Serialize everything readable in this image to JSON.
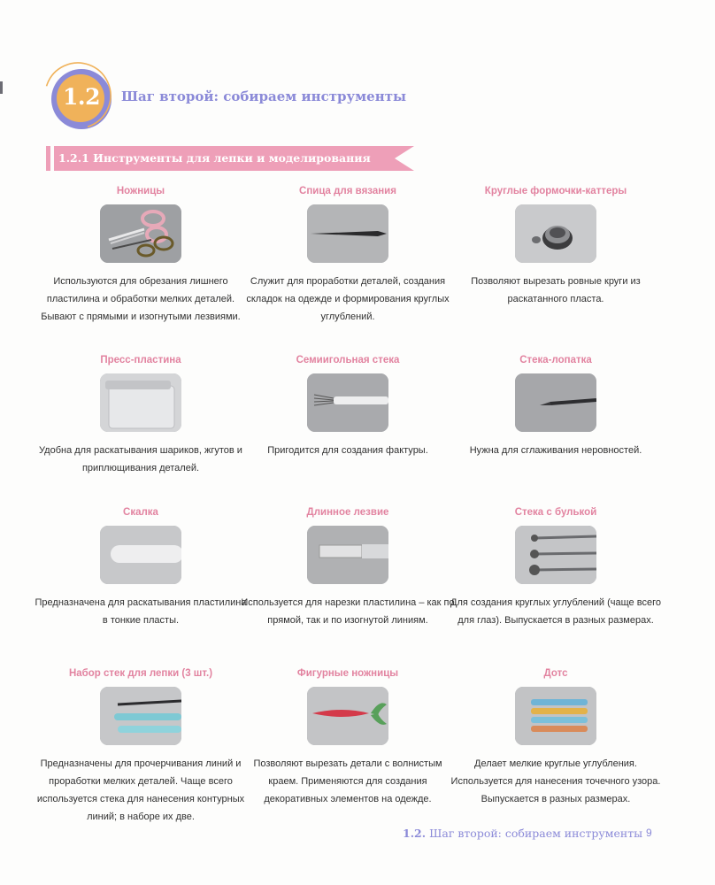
{
  "section": {
    "number": "1.2",
    "title": "Шаг второй: собираем инструменты"
  },
  "subsection": {
    "title": "1.2.1 Инструменты для лепки и моделирования"
  },
  "tools": [
    {
      "title": "Ножницы",
      "desc": "Используются для обрезания лишнего пластилина и обработки мелких деталей. Бывают с прямыми и изогнутыми лезвиями."
    },
    {
      "title": "Спица для вязания",
      "desc": "Служит для проработки деталей, создания складок на одежде и формирования круглых углублений."
    },
    {
      "title": "Круглые формочки-каттеры",
      "desc": "Позволяют вырезать ровные круги из раскатанного пласта."
    },
    {
      "title": "Пресс-пластина",
      "desc": "Удобна для раскатывания шариков, жгутов и приплющивания деталей."
    },
    {
      "title": "Семиигольная стека",
      "desc": "Пригодится для создания фактуры."
    },
    {
      "title": "Стека-лопатка",
      "desc": "Нужна для сглаживания неровностей."
    },
    {
      "title": "Скалка",
      "desc": "Предназначена для раскатывания пластилина в тонкие пласты."
    },
    {
      "title": "Длинное лезвие",
      "desc": "Используется для нарезки пластилина – как по прямой, так и по изогнутой линиям."
    },
    {
      "title": "Стека с булькой",
      "desc": "Для создания круглых углублений (чаще всего для глаз). Выпускается в разных размерах."
    },
    {
      "title": "Набор стек для лепки (3 шт.)",
      "desc": "Предназначены для прочерчивания линий и проработки мелких деталей. Чаще всего используется стека для нанесения контурных линий; в наборе их две."
    },
    {
      "title": "Фигурные ножницы",
      "desc": "Позволяют вырезать детали с волнистым краем. Применяются для создания декоративных элементов на одежде."
    },
    {
      "title": "Дотс",
      "desc": "Делает мелкие круглые углубления. Используется для нанесения точечного узора. Выпускается в разных размерах."
    }
  ],
  "footer": {
    "number": "1.2.",
    "title": "Шаг второй: собираем инструменты",
    "page": "9"
  },
  "colors": {
    "accent_purple": "#8b8ad8",
    "accent_pink": "#ee9fb8",
    "badge_gold": "#f0b25a",
    "tool_title_pink": "#e283a0"
  }
}
